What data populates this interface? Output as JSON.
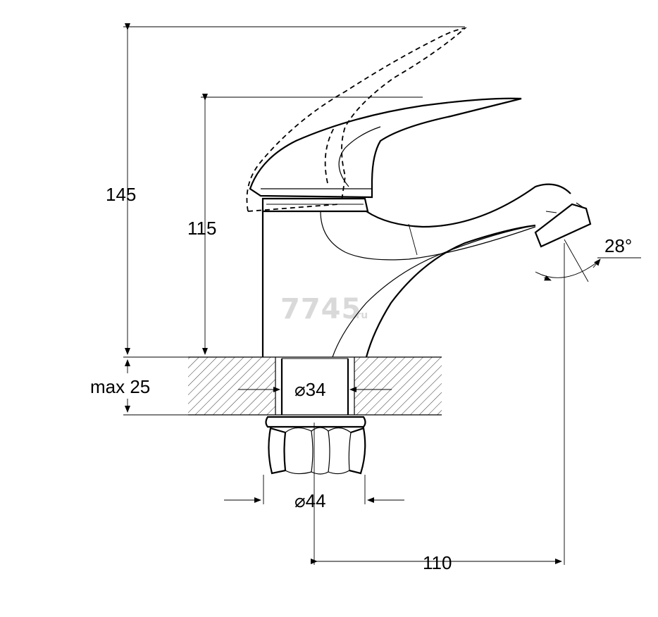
{
  "dimensions": {
    "total_height": "145",
    "spout_height": "115",
    "max_thickness": "max 25",
    "hole_diameter": "⌀34",
    "nut_diameter": "⌀44",
    "reach": "110",
    "tilt_angle": "28°"
  },
  "watermark": {
    "main": "7745",
    "suffix": ".ru"
  },
  "colors": {
    "line": "#000000",
    "watermark": "#d9d9d9",
    "background": "#ffffff"
  }
}
